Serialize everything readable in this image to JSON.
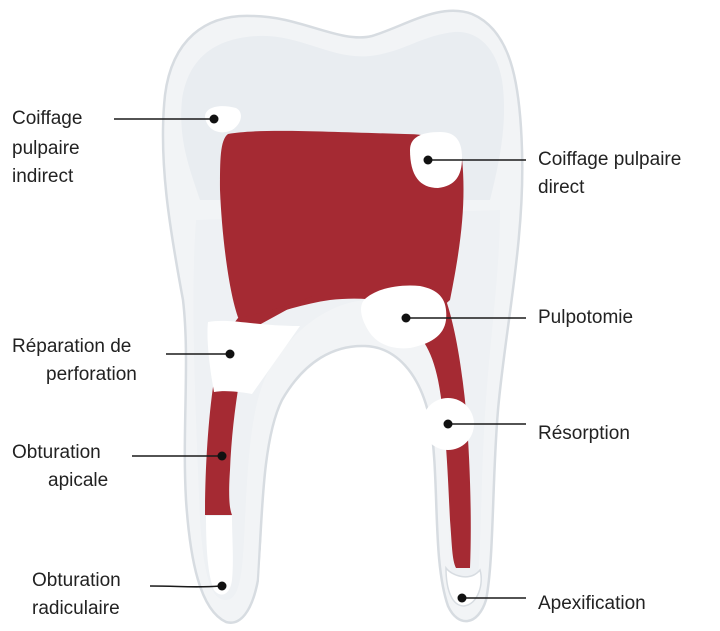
{
  "colors": {
    "pulp": "#A52A33",
    "enamel": "#E9EDF1",
    "dentin": "#F2F4F6",
    "outline": "#D7DCE1",
    "treatment_site": "#FFFFFF",
    "leader": "#1A1A1A",
    "text": "#222222"
  },
  "labels": {
    "coiffage_indirect": {
      "line1": "Coiffage",
      "line2": "pulpaire",
      "line3": "indirect"
    },
    "coiffage_direct": {
      "line1": "Coiffage pulpaire",
      "line2": "direct"
    },
    "pulpotomie": {
      "line1": "Pulpotomie"
    },
    "reparation_perforation": {
      "line1": "Réparation de",
      "line2": "perforation"
    },
    "resorption": {
      "line1": "Résorption"
    },
    "obturation_apicale": {
      "line1": "Obturation",
      "line2": "apicale"
    },
    "obturation_radiculaire": {
      "line1": "Obturation",
      "line2": "radiculaire"
    },
    "apexification": {
      "line1": "Apexification"
    }
  }
}
